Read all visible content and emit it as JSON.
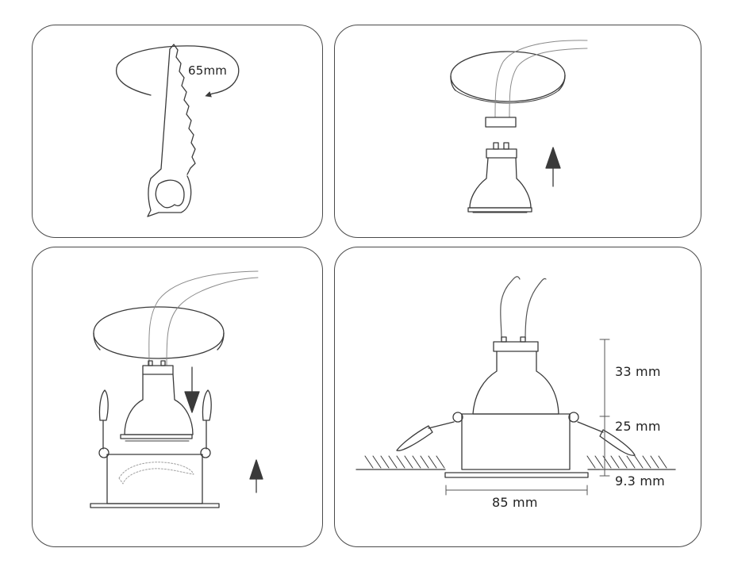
{
  "panels": [
    {
      "id": "step-1",
      "labels": {
        "hole_diameter": "65mm"
      }
    },
    {
      "id": "step-2"
    },
    {
      "id": "step-3"
    },
    {
      "id": "step-4",
      "labels": {
        "bulb_height": "33 mm",
        "housing_height": "25 mm",
        "trim_height": "9.3 mm",
        "trim_width": "85 mm"
      }
    }
  ],
  "icons": [
    "hole-saw-icon",
    "lamp-bulb-icon",
    "ceiling-cutout-icon",
    "arrow-up-icon",
    "arrow-down-icon",
    "spring-clip-icon",
    "cable-icon",
    "dimension-line-icon"
  ],
  "colors": {
    "stroke": "#3a3a3a",
    "arrow": "#3a3a3a",
    "panel_border": "#4a4a4a"
  }
}
